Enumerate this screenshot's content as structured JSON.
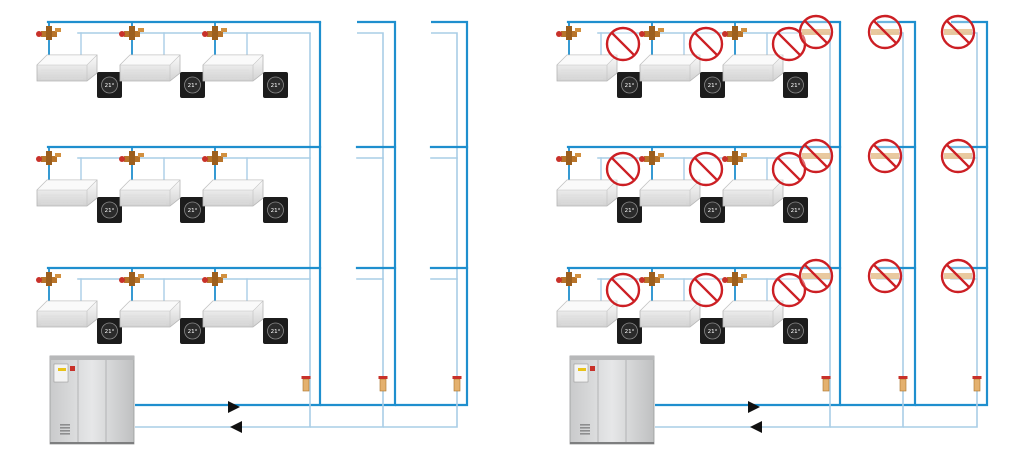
{
  "colors": {
    "supply_pipe": "#1f8fce",
    "return_pipe": "#a9cde6",
    "flow_arrow": "#111111",
    "valve_brass": "#b8742a",
    "valve_red": "#c8312a",
    "unit_body": "#f1f1f1",
    "thermostat": "#1c1c1c",
    "prohibition": "#cc1f24",
    "chiller_body": "#d9dadb"
  },
  "diagrams": [
    {
      "name": "system-with-zone-valves",
      "offset": 0,
      "prohibited_valves": false,
      "floors": 3,
      "fan_coils_per_floor": 3,
      "riser_balancing_valves": 3
    },
    {
      "name": "system-without-zone-valves",
      "offset": 520,
      "prohibited_valves": true,
      "floors": 3,
      "fan_coils_per_floor": 3,
      "riser_balancing_valves": 3
    }
  ],
  "thermostat_readout": "21°",
  "icons": {
    "fan_coil": "fan-coil-unit-icon",
    "thermostat": "room-thermostat-icon",
    "zone_valve": "brass-zone-valve-icon",
    "balancing_valve": "balancing-valve-icon",
    "prohibited": "prohibition-sign-icon",
    "chiller": "outdoor-chiller-unit-icon",
    "arrow": "flow-direction-arrow-icon"
  }
}
